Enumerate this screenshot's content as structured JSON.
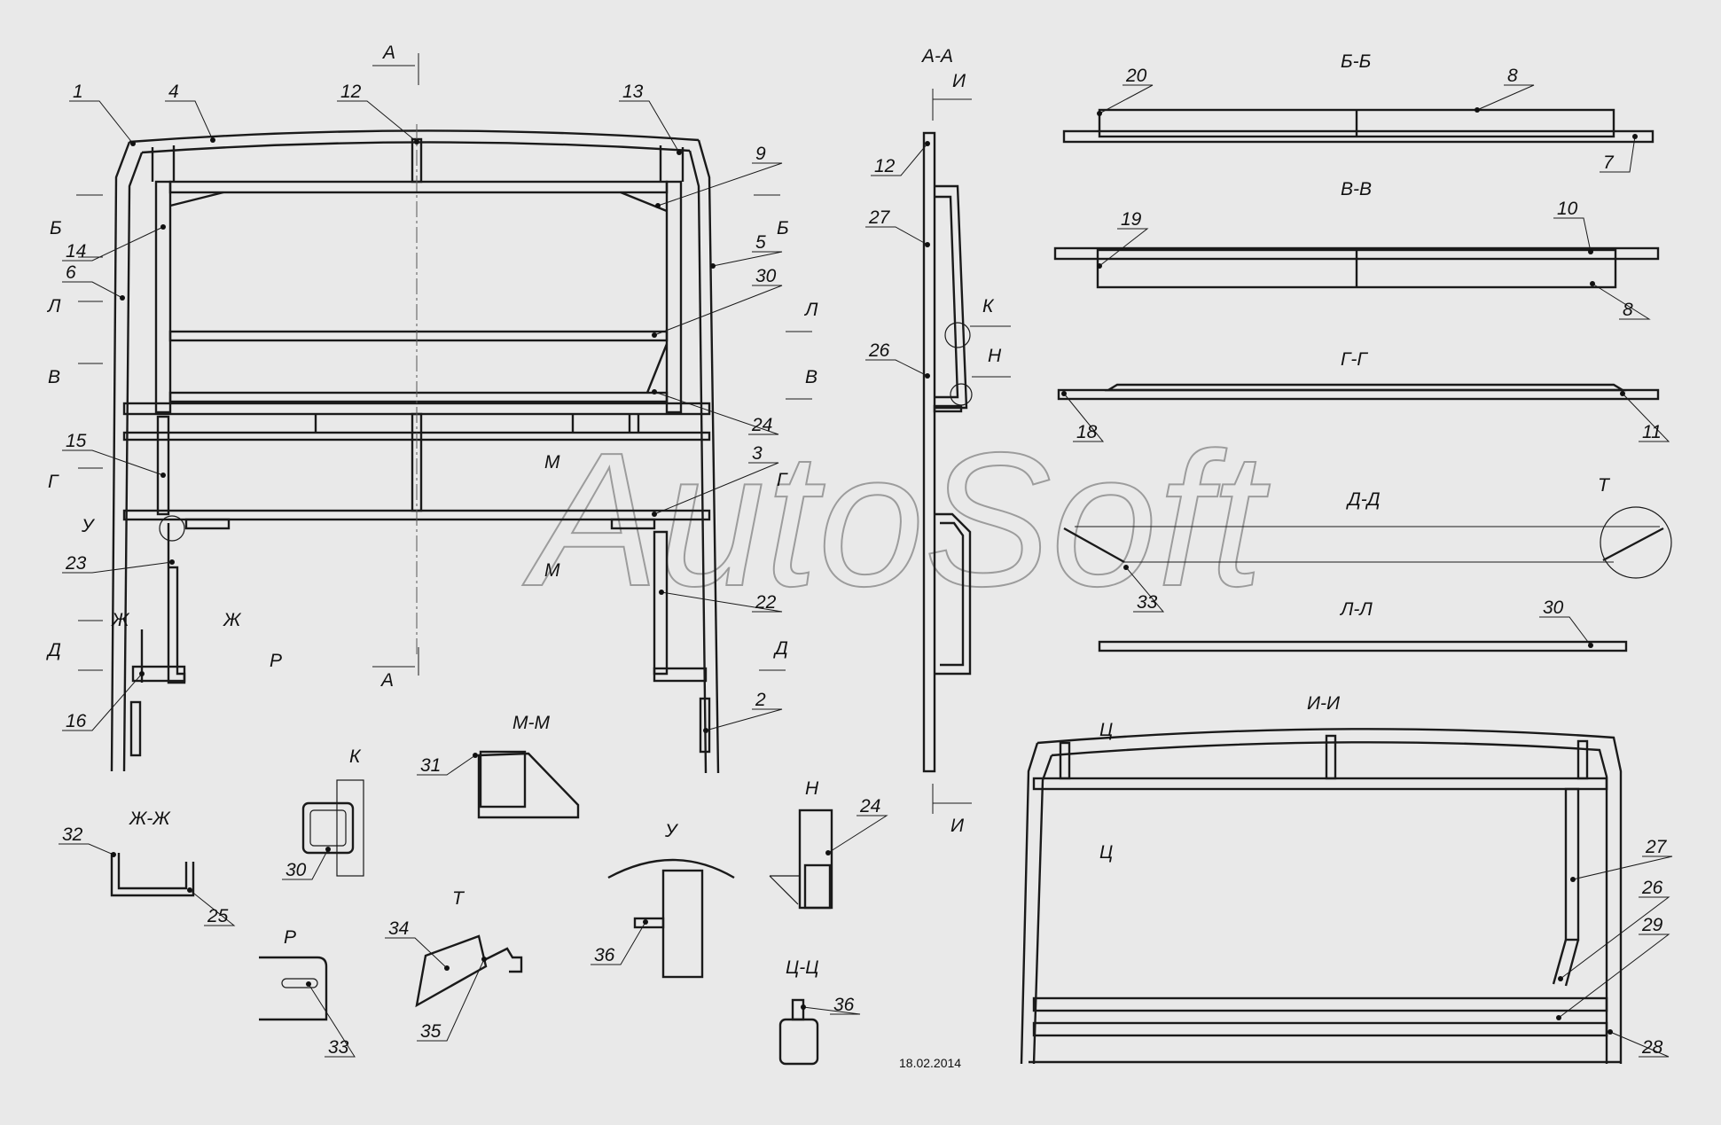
{
  "date": "18.02.2014",
  "watermark": "AutoSoft",
  "callouts": [
    {
      "id": "c1",
      "label": "1"
    },
    {
      "id": "c4",
      "label": "4"
    },
    {
      "id": "c12a",
      "label": "12"
    },
    {
      "id": "c13",
      "label": "13"
    },
    {
      "id": "c9",
      "label": "9"
    },
    {
      "id": "c14",
      "label": "14"
    },
    {
      "id": "c5",
      "label": "5"
    },
    {
      "id": "c6",
      "label": "6"
    },
    {
      "id": "c30a",
      "label": "30"
    },
    {
      "id": "c24a",
      "label": "24"
    },
    {
      "id": "c15",
      "label": "15"
    },
    {
      "id": "c3",
      "label": "3"
    },
    {
      "id": "c23",
      "label": "23"
    },
    {
      "id": "c22",
      "label": "22"
    },
    {
      "id": "c16",
      "label": "16"
    },
    {
      "id": "c2",
      "label": "2"
    },
    {
      "id": "c12b",
      "label": "12"
    },
    {
      "id": "c27a",
      "label": "27"
    },
    {
      "id": "c26a",
      "label": "26"
    },
    {
      "id": "c20",
      "label": "20"
    },
    {
      "id": "c8a",
      "label": "8"
    },
    {
      "id": "c7",
      "label": "7"
    },
    {
      "id": "c19",
      "label": "19"
    },
    {
      "id": "c10",
      "label": "10"
    },
    {
      "id": "c8b",
      "label": "8"
    },
    {
      "id": "c18",
      "label": "18"
    },
    {
      "id": "c11",
      "label": "11"
    },
    {
      "id": "c33a",
      "label": "33"
    },
    {
      "id": "c30b",
      "label": "30"
    },
    {
      "id": "c27b",
      "label": "27"
    },
    {
      "id": "c26b",
      "label": "26"
    },
    {
      "id": "c29",
      "label": "29"
    },
    {
      "id": "c28",
      "label": "28"
    },
    {
      "id": "c32",
      "label": "32"
    },
    {
      "id": "c25",
      "label": "25"
    },
    {
      "id": "c30c",
      "label": "30"
    },
    {
      "id": "c31",
      "label": "31"
    },
    {
      "id": "c34",
      "label": "34"
    },
    {
      "id": "c35",
      "label": "35"
    },
    {
      "id": "c33b",
      "label": "33"
    },
    {
      "id": "c36a",
      "label": "36"
    },
    {
      "id": "c24b",
      "label": "24"
    },
    {
      "id": "c36b",
      "label": "36"
    }
  ],
  "section_marks": [
    {
      "id": "mA1",
      "label": "А"
    },
    {
      "id": "mA2",
      "label": "А"
    },
    {
      "id": "mB1",
      "label": "Б"
    },
    {
      "id": "mB2",
      "label": "Б"
    },
    {
      "id": "mL1",
      "label": "Л"
    },
    {
      "id": "mL2",
      "label": "Л"
    },
    {
      "id": "mV1",
      "label": "В"
    },
    {
      "id": "mV2",
      "label": "В"
    },
    {
      "id": "mG1",
      "label": "Г"
    },
    {
      "id": "mG2",
      "label": "Г"
    },
    {
      "id": "mM1",
      "label": "М"
    },
    {
      "id": "mM2",
      "label": "М"
    },
    {
      "id": "mU",
      "label": "У"
    },
    {
      "id": "mZh1",
      "label": "Ж"
    },
    {
      "id": "mZh2",
      "label": "Ж"
    },
    {
      "id": "mD1",
      "label": "Д"
    },
    {
      "id": "mD2",
      "label": "Д"
    },
    {
      "id": "mR",
      "label": "Р"
    },
    {
      "id": "mI1",
      "label": "И"
    },
    {
      "id": "mI2",
      "label": "И"
    },
    {
      "id": "mK",
      "label": "К"
    },
    {
      "id": "mN",
      "label": "Н"
    },
    {
      "id": "mT",
      "label": "Т"
    },
    {
      "id": "mTs1",
      "label": "Ц"
    },
    {
      "id": "mTs2",
      "label": "Ц"
    }
  ],
  "section_titles": [
    {
      "id": "tAA",
      "label": "А-А"
    },
    {
      "id": "tBB",
      "label": "Б-Б"
    },
    {
      "id": "tVV",
      "label": "В-В"
    },
    {
      "id": "tGG",
      "label": "Г-Г"
    },
    {
      "id": "tDD",
      "label": "Д-Д"
    },
    {
      "id": "tLL",
      "label": "Л-Л"
    },
    {
      "id": "tII",
      "label": "И-И"
    },
    {
      "id": "tZhZh",
      "label": "Ж-Ж"
    },
    {
      "id": "tK",
      "label": "К"
    },
    {
      "id": "tMM",
      "label": "М-М"
    },
    {
      "id": "tU",
      "label": "У"
    },
    {
      "id": "tN",
      "label": "Н"
    },
    {
      "id": "tP",
      "label": "Р"
    },
    {
      "id": "tT",
      "label": "Т"
    },
    {
      "id": "tTsTs",
      "label": "Ц-Ц"
    }
  ]
}
